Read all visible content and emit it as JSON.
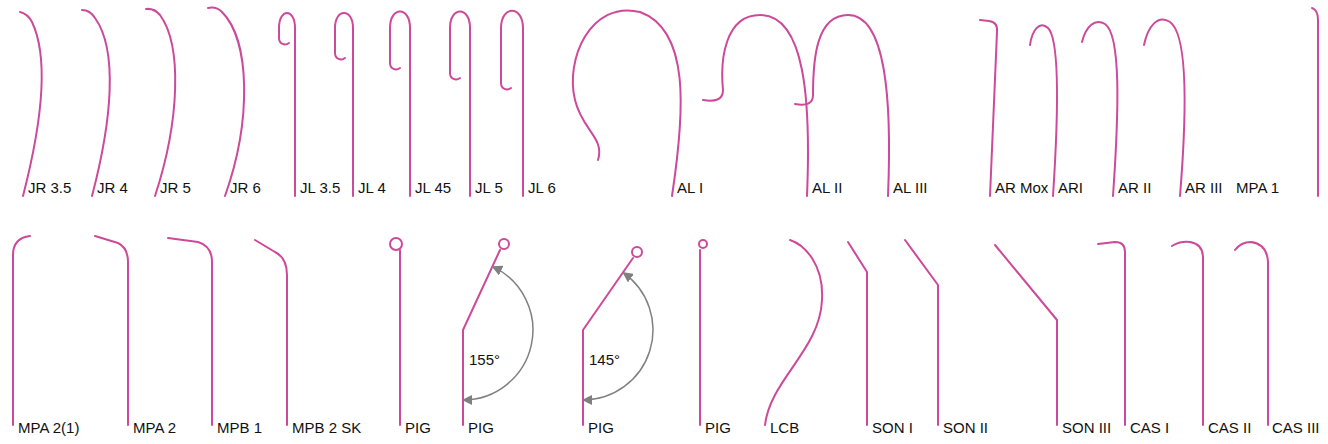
{
  "diagram": {
    "labels": [
      "JR 3.5",
      "JR 4",
      "JR 5",
      "JR 6",
      "JL 3.5",
      "JL 4",
      "JL 45",
      "JL 5",
      "JL 6",
      "AL I",
      "AL II",
      "AL III",
      "AR Mox",
      "ARI",
      "AR II",
      "AR III",
      "MPA 1",
      "155°",
      "145°",
      "MPA 2(1)",
      "MPA 2",
      "MPB 1",
      "MPB 2 SK",
      "PIG",
      "PIG",
      "PIG",
      "PIG",
      "LCB",
      "SON I",
      "SON II",
      "SON III",
      "CAS I",
      "CAS II",
      "CAS III"
    ]
  }
}
